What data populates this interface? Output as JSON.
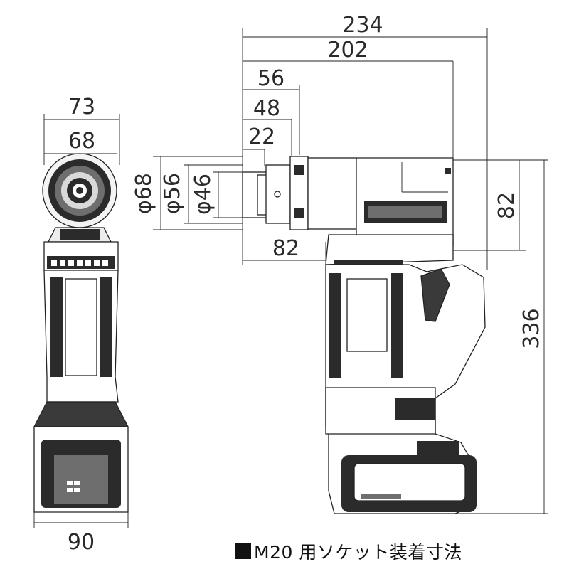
{
  "dimensions": {
    "front_width_top": "73",
    "front_width_socket": "68",
    "front_width_battery": "90",
    "overall_length": "234",
    "length_to_body": "202",
    "socket_length_56": "56",
    "socket_length_48": "48",
    "socket_length_22": "22",
    "head_dia_68": "φ68",
    "head_dia_56": "φ56",
    "head_dia_46": "φ46",
    "head_to_handle": "82",
    "head_height": "82",
    "overall_height": "336"
  },
  "caption": "M20 用ソケット装着寸法",
  "colors": {
    "line": "#222222",
    "dark_fill": "#2b2b2b",
    "mid_fill": "#6e6e6e"
  }
}
